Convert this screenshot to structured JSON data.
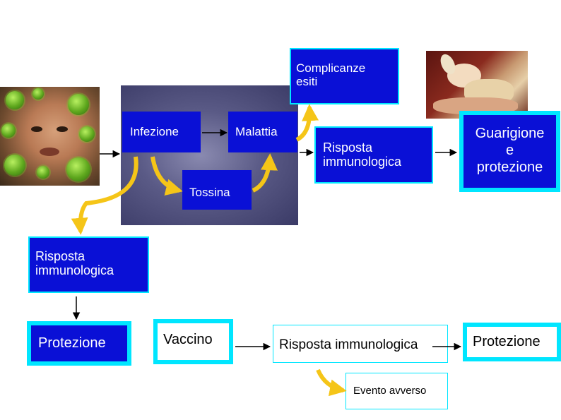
{
  "boxes": {
    "complicanze": "Complicanze\nesiti",
    "infezione": "Infezione",
    "malattia": "Malattia",
    "risposta_top": "Risposta\nimmunologica",
    "guarigione": "Guarigione\ne\nprotezione",
    "tossina": "Tossina",
    "risposta_left": "Risposta\nimmunologica",
    "protezione_left": "Protezione",
    "vaccino": "Vaccino",
    "risposta_bottom": "Risposta immunologica",
    "protezione_right": "Protezione",
    "evento_avverso": "Evento avverso"
  },
  "colors": {
    "box_blue": "#0a10d6",
    "border_cyan": "#00e6ff",
    "arrow_yellow": "#f5c518",
    "arrow_dark": "#000000"
  },
  "images": {
    "left": "virus-face-image",
    "top_right": "sleeping-baby-image"
  }
}
